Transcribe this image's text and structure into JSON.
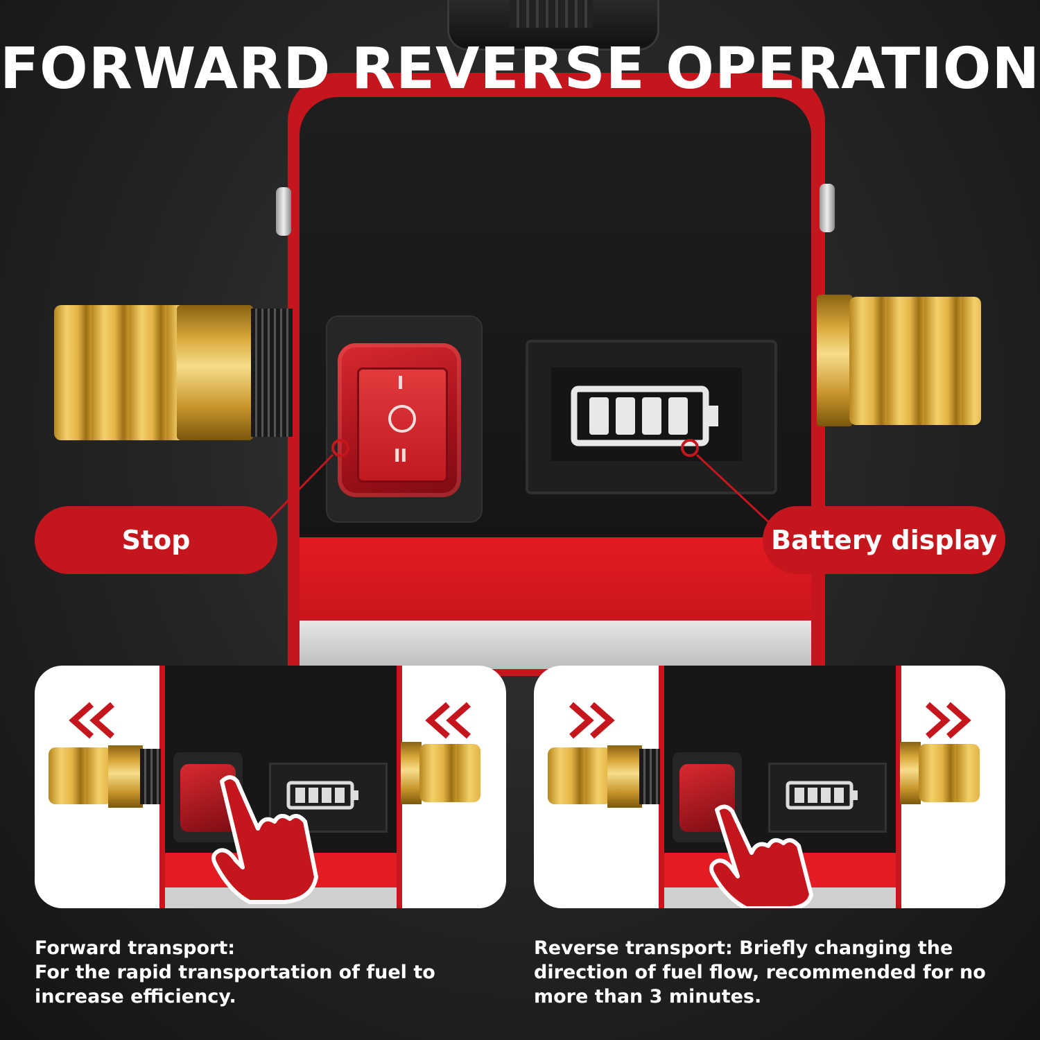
{
  "title": "FORWARD REVERSE OPERATION",
  "callouts": {
    "switch_label": "Stop",
    "display_label": "Battery display"
  },
  "switch_symbols": {
    "top": "I",
    "middle": "O",
    "bottom": "II"
  },
  "panels": [
    {
      "arrow_glyph": "«",
      "caption_line1": "Forward transport:",
      "caption_line2": "For the rapid transportation of fuel to",
      "caption_line3": "increase efficiency."
    },
    {
      "arrow_glyph": "»",
      "caption_line1": "Reverse transport: Briefly changing the",
      "caption_line2": "direction of fuel flow, recommended for no",
      "caption_line3": "more than 3 minutes."
    }
  ],
  "colors": {
    "accent_red": "#c5161e",
    "background_dark": "#222222",
    "brass": "#e3b446",
    "text": "#ffffff"
  },
  "icons": [
    "rewind-arrows-icon",
    "fast-forward-arrows-icon",
    "hand-pointer-icon",
    "battery-icon",
    "power-switch-icon"
  ]
}
